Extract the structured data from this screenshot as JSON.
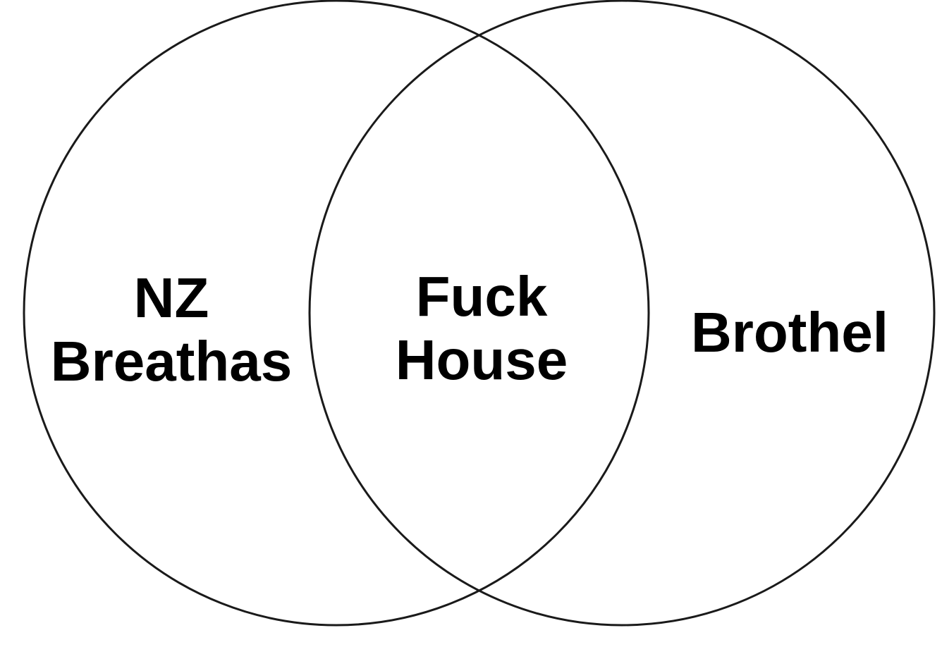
{
  "colors": {
    "background": "#ffffff",
    "stroke": "#000000",
    "text": "#000000"
  },
  "left_set": {
    "line1": "NZ",
    "line2": "Breathas"
  },
  "intersection": {
    "line1": "Fuck",
    "line2": "House"
  },
  "right_set": {
    "line1": "Brothel"
  }
}
